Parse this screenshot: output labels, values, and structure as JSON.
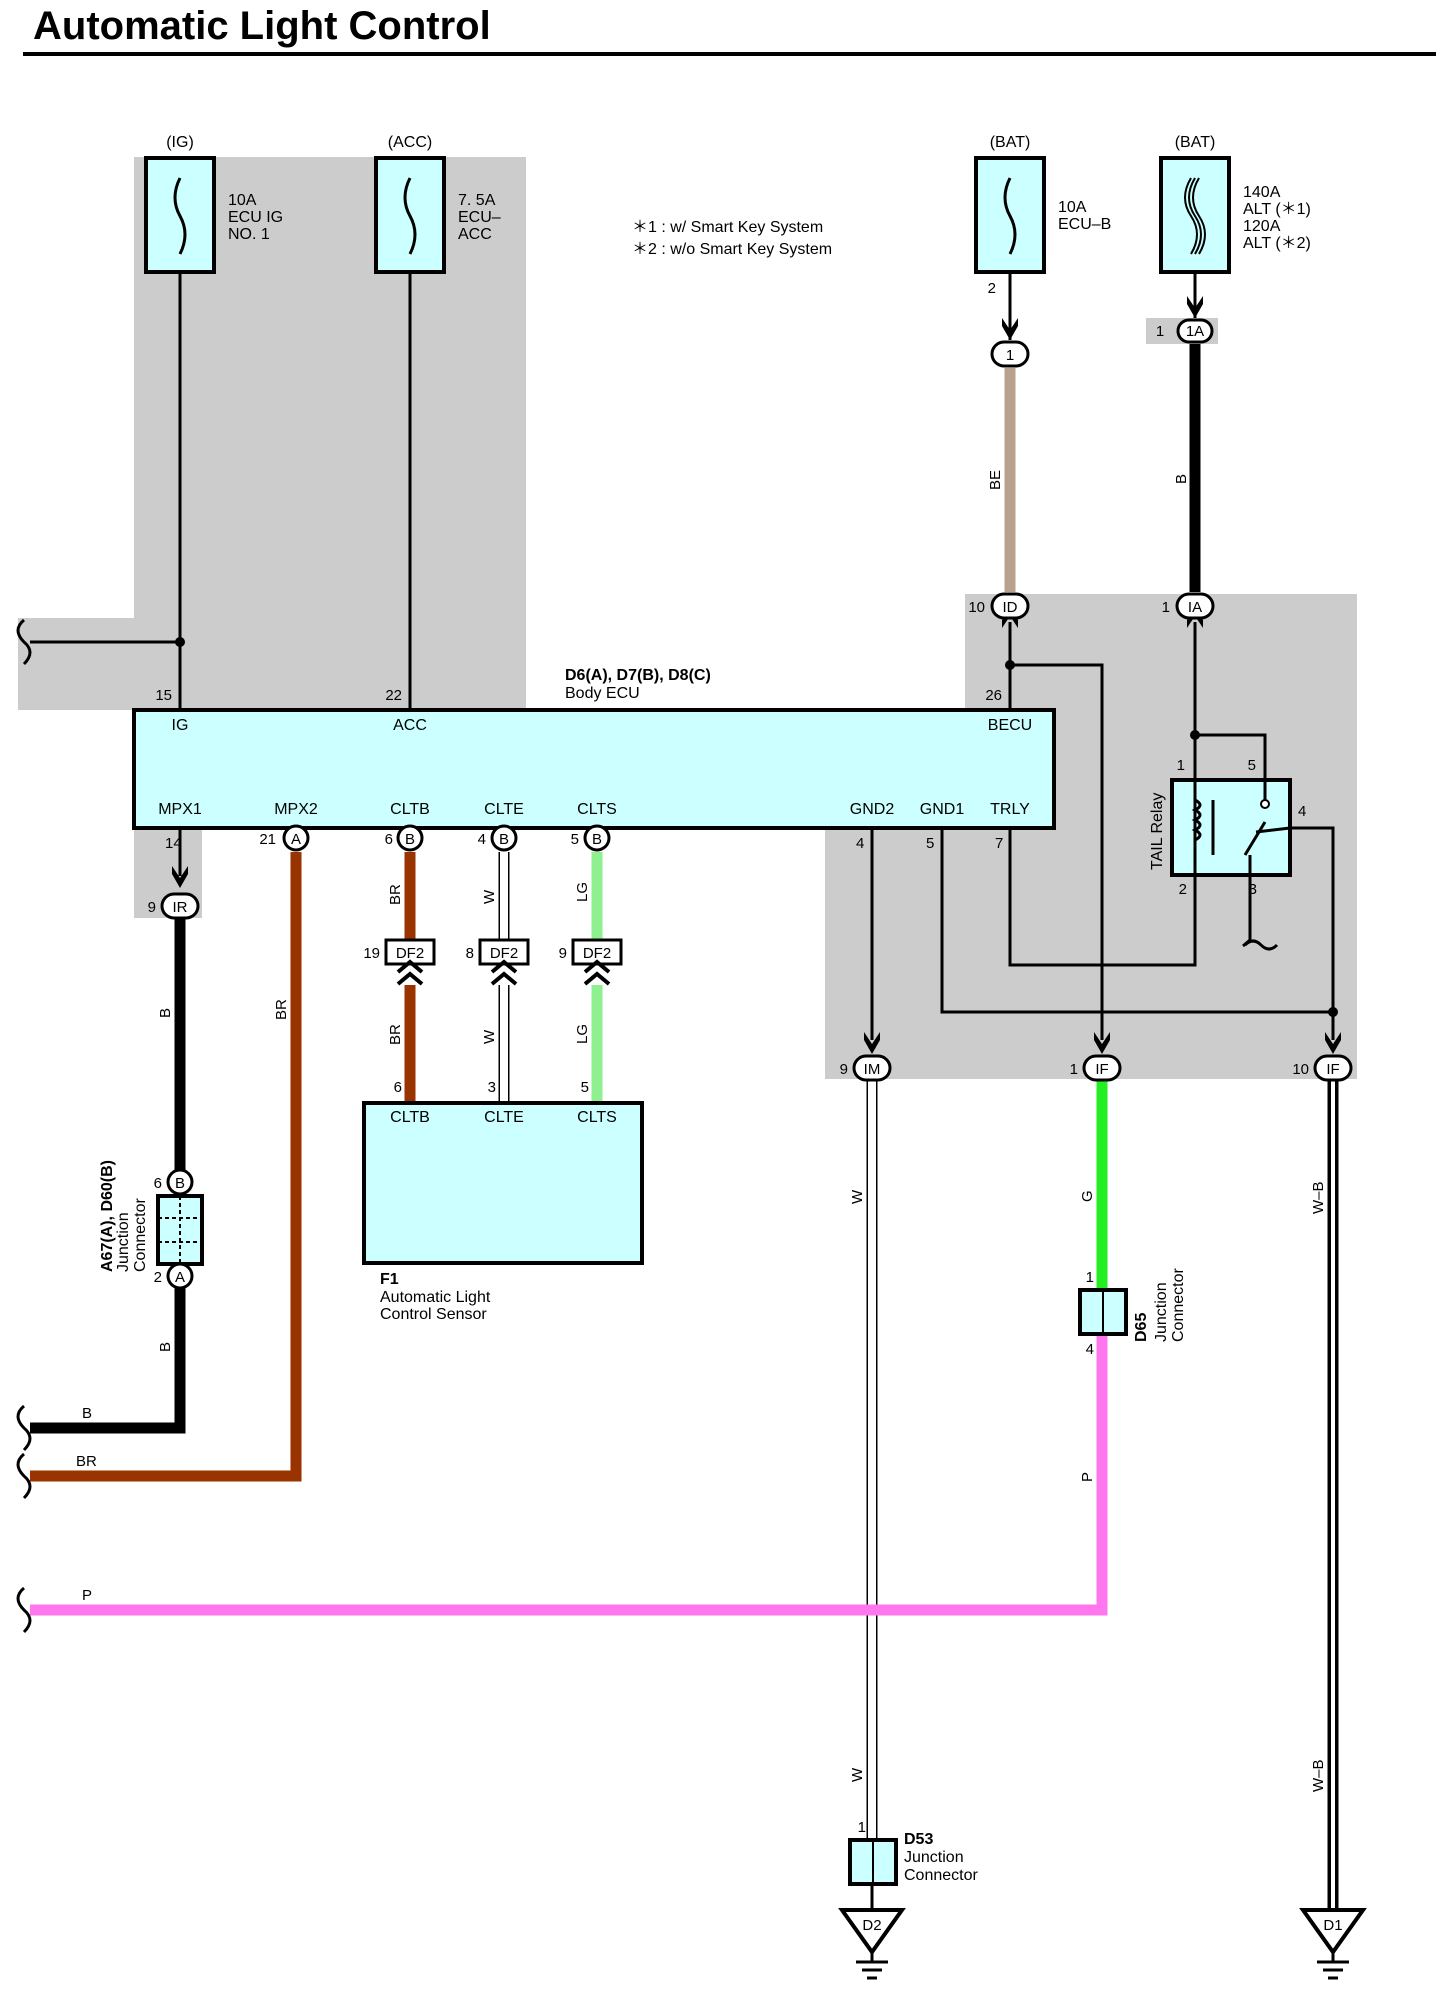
{
  "title": "Automatic Light Control",
  "notes": [
    "＊1 : w/ Smart Key System",
    "＊2 : w/o Smart Key System"
  ],
  "fuses": {
    "ig": {
      "source": "(IG)",
      "lines": [
        "10A",
        "ECU IG",
        "NO. 1"
      ]
    },
    "acc": {
      "source": "(ACC)",
      "lines": [
        "7. 5A",
        "ECU–",
        "ACC"
      ]
    },
    "bat1": {
      "source": "(BAT)",
      "lines": [
        "10A",
        "ECU–B"
      ],
      "pin": "2"
    },
    "bat2": {
      "source": "(BAT)",
      "lines": [
        "140A",
        "ALT (＊1)",
        "120A",
        "ALT (＊2)"
      ]
    }
  },
  "body_ecu": {
    "title": "D6(A), D7(B), D8(C)",
    "name": "Body ECU",
    "top_terminals": [
      {
        "pin": "15",
        "name": "IG"
      },
      {
        "pin": "22",
        "name": "ACC"
      },
      {
        "pin": "26",
        "name": "BECU"
      }
    ],
    "bottom_terminals": [
      {
        "pin": "14",
        "name": "MPX1",
        "conn": ""
      },
      {
        "pin": "21",
        "name": "MPX2",
        "conn": "A"
      },
      {
        "pin": "6",
        "name": "CLTB",
        "conn": "B"
      },
      {
        "pin": "4",
        "name": "CLTE",
        "conn": "B"
      },
      {
        "pin": "5",
        "name": "CLTS",
        "conn": "B"
      },
      {
        "pin": "4",
        "name": "GND2",
        "conn": ""
      },
      {
        "pin": "5",
        "name": "GND1",
        "conn": ""
      },
      {
        "pin": "7",
        "name": "TRLY",
        "conn": ""
      }
    ]
  },
  "sensor": {
    "id": "F1",
    "name_lines": [
      "Automatic Light",
      "Control Sensor"
    ],
    "terminals": [
      {
        "pin": "6",
        "name": "CLTB"
      },
      {
        "pin": "3",
        "name": "CLTE"
      },
      {
        "pin": "5",
        "name": "CLTS"
      }
    ]
  },
  "relay": {
    "name": "TAIL Relay",
    "pins": [
      "1",
      "5",
      "4",
      "2",
      "3"
    ]
  },
  "connectors": {
    "ir": {
      "pin": "9",
      "label": "IR"
    },
    "id": {
      "pin": "10",
      "label": "ID"
    },
    "ia_top": {
      "pin": "1",
      "label": "1A"
    },
    "ia_bot": {
      "pin": "1",
      "label": "IA"
    },
    "bat1_plug": {
      "label": "1"
    },
    "im": {
      "pin": "9",
      "label": "IM"
    },
    "if1": {
      "pin": "1",
      "label": "IF"
    },
    "if10": {
      "pin": "10",
      "label": "IF"
    },
    "df2": [
      {
        "pin": "19",
        "label": "DF2"
      },
      {
        "pin": "8",
        "label": "DF2"
      },
      {
        "pin": "9",
        "label": "DF2"
      }
    ]
  },
  "junctions": {
    "a67": {
      "title": "A67(A), D60(B)",
      "name_lines": [
        "Junction",
        "Connector"
      ],
      "top": {
        "pin": "6",
        "conn": "B"
      },
      "bottom": {
        "pin": "2",
        "conn": "A"
      }
    },
    "d65": {
      "id": "D65",
      "name_lines": [
        "Junction",
        "Connector"
      ],
      "top_pin": "1",
      "bottom_pin": "4"
    },
    "d53": {
      "id": "D53",
      "name_lines": [
        "Junction",
        "Connector"
      ],
      "top_pin": "1"
    }
  },
  "grounds": [
    "D2",
    "D1"
  ],
  "wires": {
    "be": "BE",
    "b_alt": "B",
    "b_mpx1": "B",
    "b_mpx1_low": "B",
    "br_mpx2": "BR",
    "br_cltb": "BR",
    "w_clte": "W",
    "lg_clts": "LG",
    "w_im": "W",
    "g_if": "G",
    "wb_if": "W–B",
    "p_d65": "P",
    "b_left": "B",
    "br_left": "BR",
    "p_left": "P"
  },
  "colors": {
    "B": "#000000",
    "BR": "#993300",
    "BE": "#b8a18e",
    "W": "#ffffff",
    "LG": "#8ef08e",
    "G": "#22ee22",
    "P": "#ff77ee",
    "box": "#ccffff",
    "shade": "#cccccc"
  }
}
